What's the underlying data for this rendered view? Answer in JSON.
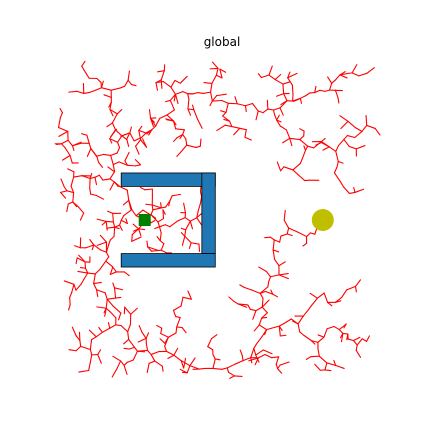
{
  "chart_data": {
    "type": "scatter",
    "title": "global",
    "xlabel": "",
    "ylabel": "",
    "xlim": [
      0,
      10
    ],
    "ylim": [
      0,
      10
    ],
    "axes_visible": false,
    "grid": false,
    "legend": "none",
    "colors": {
      "tree": "#ff0000",
      "obstacle": "#1f77b4",
      "obstacle_edge": "#000000",
      "start": "#008000",
      "goal": "#bfbf00",
      "background": "#ffffff"
    },
    "obstacles": [
      {
        "name": "top-bar",
        "x0": 2.0,
        "x1": 4.8,
        "y0": 6.0,
        "y1": 6.4
      },
      {
        "name": "right-bar",
        "x0": 4.4,
        "x1": 4.8,
        "y0": 4.0,
        "y1": 6.4
      },
      {
        "name": "bottom-bar",
        "x0": 2.0,
        "x1": 4.8,
        "y0": 3.6,
        "y1": 4.0
      }
    ],
    "start": {
      "x": 2.7,
      "y": 5.0
    },
    "goal": {
      "x": 8.0,
      "y": 5.0
    },
    "tree_branch_count": 750,
    "tree_seed": 12
  }
}
